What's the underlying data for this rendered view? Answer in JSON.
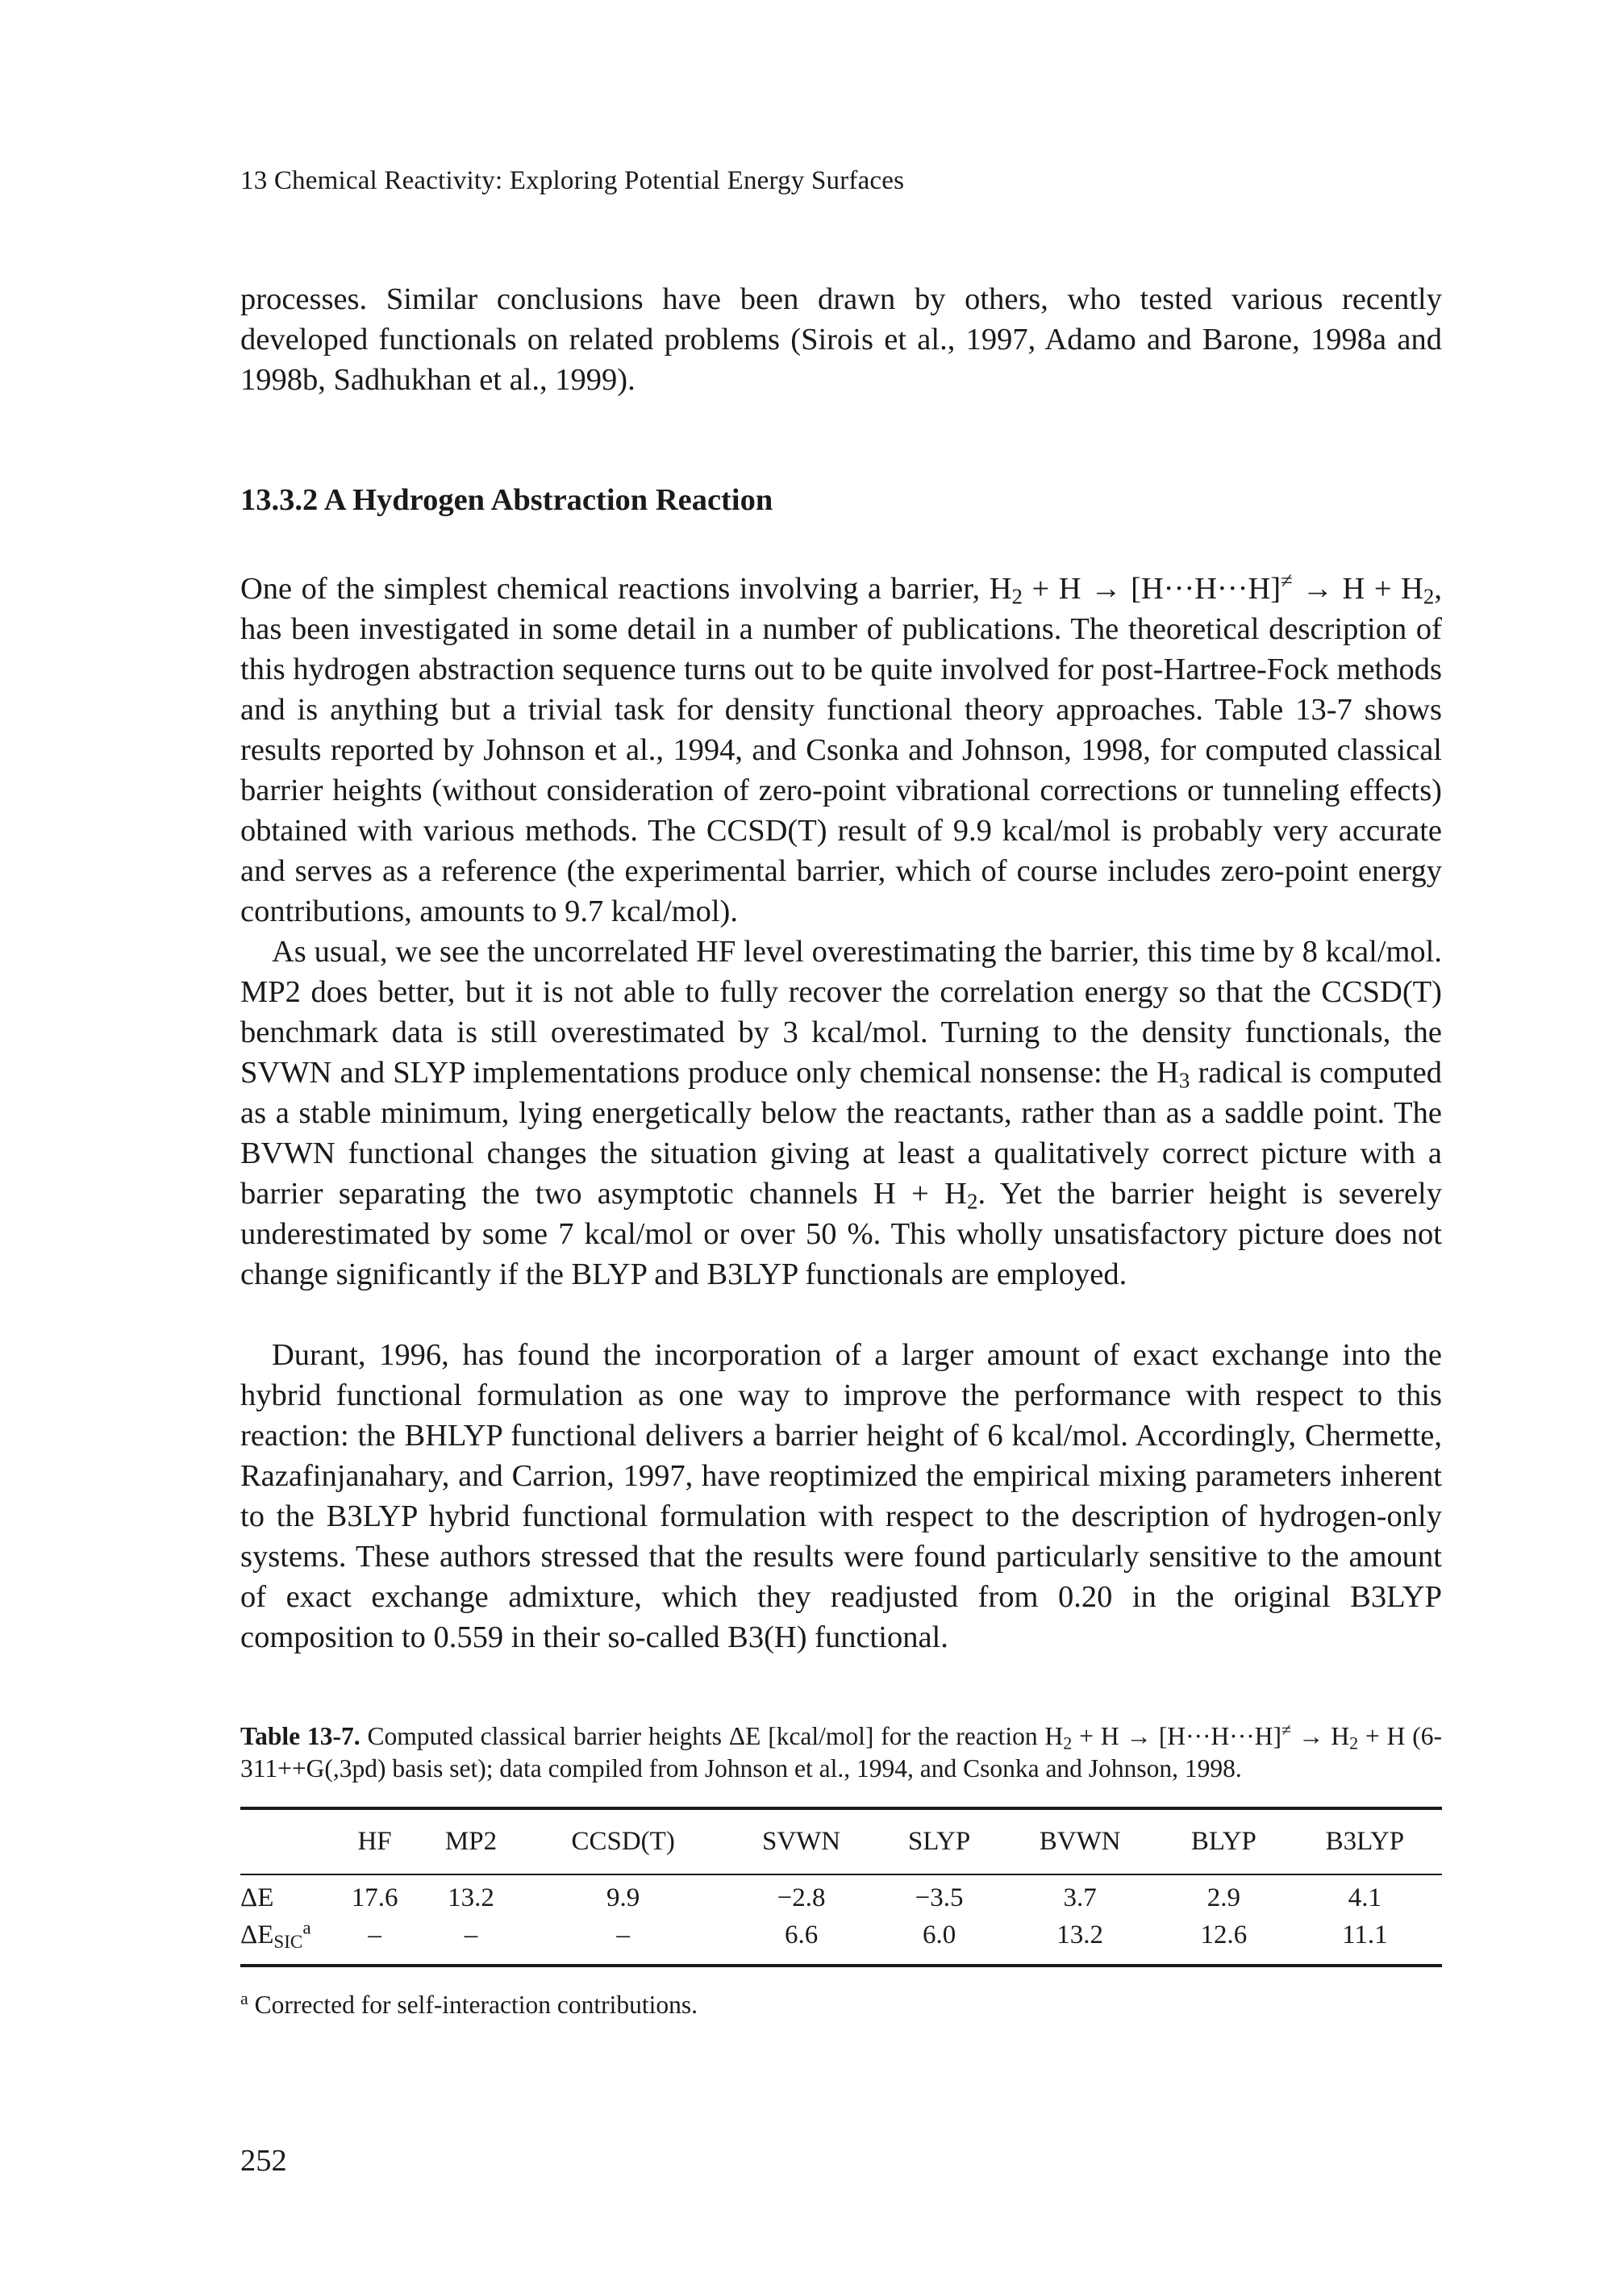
{
  "running_head": "13 Chemical Reactivity: Exploring Potential Energy Surfaces",
  "intro_paragraph": "processes. Similar conclusions have been drawn by others, who tested various recently developed functionals on related problems (Sirois et al., 1997, Adamo and Barone, 1998a and 1998b, Sadhukhan et al., 1999).",
  "section": {
    "number": "13.3.2",
    "title": "A Hydrogen Abstraction Reaction"
  },
  "paragraph1": {
    "a": "One of the simplest chemical reactions involving a barrier, H",
    "a_sub": "2",
    "b": " + H → [H···H···H]",
    "b_sup": "≠",
    "c": " → H + H",
    "c_sub": "2",
    "d": ", has been investigated in some detail in a number of publications. The theoretical description of this hydrogen abstraction sequence turns out to be quite involved for post-Hartree-Fock methods and is anything but a trivial task for density functional theory approaches. Table 13-7 shows results reported by Johnson et al., 1994, and Csonka and Johnson, 1998, for computed classical barrier heights (without consideration of zero-point vibrational corrections or tunneling effects) obtained with various methods. The CCSD(T) result of 9.9 kcal/mol is probably very accurate and serves as a reference (the experimental barrier, which of course includes zero-point energy contributions, amounts to 9.7 kcal/mol)."
  },
  "paragraph2": {
    "a": "As usual, we see the uncorrelated HF level overestimating the barrier, this time by 8 kcal/mol. MP2 does better, but it is not able to fully recover the correlation energy so that the CCSD(T) benchmark data is still overestimated by 3 kcal/mol. Turning to the density functionals, the SVWN and SLYP implementations produce only chemical nonsense: the H",
    "a_sub": "3",
    "b": " radical is computed as a stable minimum, lying energetically below the reactants, rather than as a saddle point. The BVWN functional changes the situation giving at least a qualitatively correct picture with a barrier separating the two asymptotic channels H + H",
    "b_sub": "2",
    "c": ". Yet the barrier height is severely underestimated by some 7 kcal/mol or over 50 %. This wholly unsatisfactory picture does not change significantly if the BLYP and B3LYP functionals are employed."
  },
  "paragraph3": "Durant, 1996, has found the incorporation of a larger amount of exact exchange into the hybrid functional formulation as one way to improve the performance with respect to this reaction: the BHLYP functional delivers a barrier height of 6 kcal/mol. Accordingly, Chermette, Razafinjanahary, and Carrion, 1997, have reoptimized the empirical mixing parameters inherent to the B3LYP hybrid functional formulation with respect to the description of hydrogen-only systems. These authors stressed that the results were found particularly sensitive to the amount of exact exchange admixture, which they readjusted from 0.20 in the original B3LYP composition to 0.559 in their so-called B3(H) functional.",
  "table": {
    "label": "Table 13-7.",
    "caption_a": " Computed classical barrier heights ΔE [kcal/mol] for the reaction H",
    "caption_a_sub": "2",
    "caption_b": " + H → [H···H···H]",
    "caption_b_sup": "≠",
    "caption_c": " → H",
    "caption_c_sub": "2",
    "caption_d": " + H (6-311++G(,3pd) basis set); data compiled from Johnson et al., 1994, and Csonka and Johnson, 1998.",
    "headers": [
      "HF",
      "MP2",
      "CCSD(T)",
      "SVWN",
      "SLYP",
      "BVWN",
      "BLYP",
      "B3LYP"
    ],
    "row1": {
      "label": "ΔE",
      "values": [
        "17.6",
        "13.2",
        "9.9",
        "−2.8",
        "−3.5",
        "3.7",
        "2.9",
        "4.1"
      ]
    },
    "row2": {
      "label": "ΔE",
      "label_sub": "SIC",
      "label_sup": "a",
      "values": [
        "–",
        "–",
        "–",
        "6.6",
        "6.0",
        "13.2",
        "12.6",
        "11.1"
      ]
    },
    "footnote_mark": "a",
    "footnote": " Corrected for self-interaction contributions."
  },
  "page_number": "252"
}
